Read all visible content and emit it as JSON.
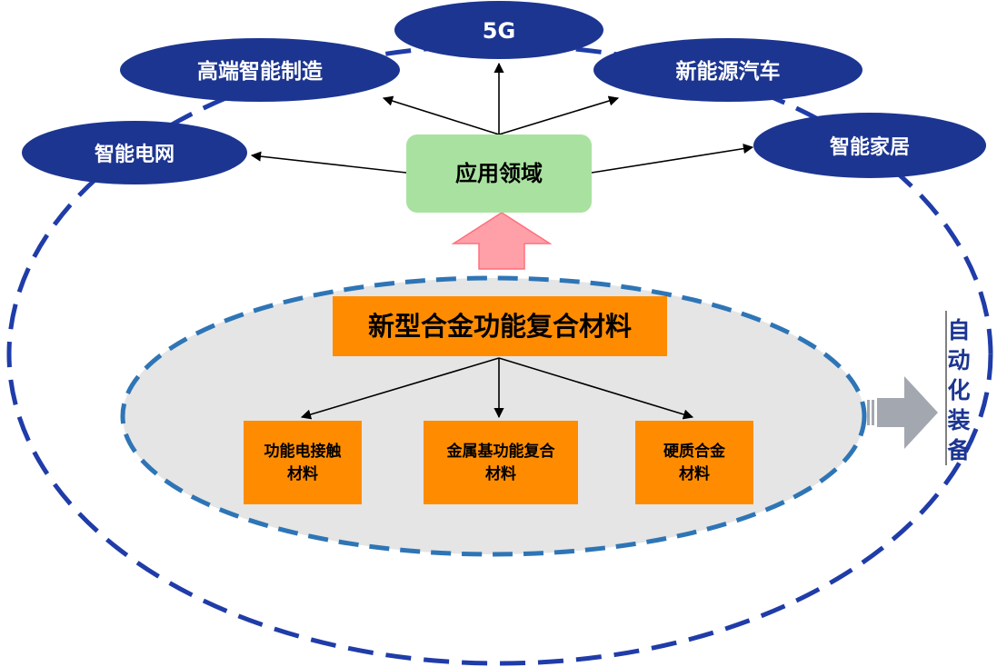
{
  "diagram": {
    "app_areas_label": "应用领域",
    "app_areas": [
      {
        "key": "5g",
        "label": "5G"
      },
      {
        "key": "manufacturing",
        "label": "高端智能制造"
      },
      {
        "key": "nev",
        "label": "新能源汽车"
      },
      {
        "key": "grid",
        "label": "智能电网"
      },
      {
        "key": "home",
        "label": "智能家居"
      }
    ],
    "core_material": "新型合金功能复合材料",
    "sub_materials": [
      {
        "line1": "功能电接触",
        "line2": "材料"
      },
      {
        "line1": "金属基功能复合",
        "line2": "材料"
      },
      {
        "line1": "硬质合金",
        "line2": "材料"
      }
    ],
    "automation_label_chars": [
      "自",
      "动",
      "化",
      "装",
      "备"
    ],
    "colors": {
      "ellipse_blue": "#1c3591",
      "dash_blue": "#1f3ca8",
      "inner_dash": "#2e75b6",
      "inner_fill": "#e5e5e5",
      "app_box_fill": "#a9e2a0",
      "orange": "#ff8c00",
      "pink_arrow": "#ffa0a8",
      "gray_arrow": "#a3a8b0"
    }
  }
}
